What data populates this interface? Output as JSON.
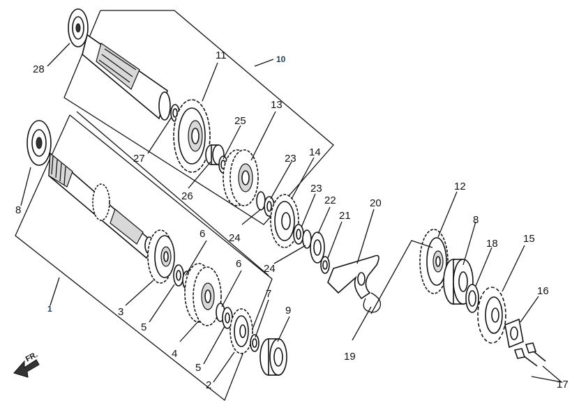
{
  "diagram": {
    "callouts": [
      {
        "id": "c1",
        "text": "1"
      },
      {
        "id": "c2",
        "text": "2"
      },
      {
        "id": "c3",
        "text": "3"
      },
      {
        "id": "c4",
        "text": "4"
      },
      {
        "id": "c5a",
        "text": "5"
      },
      {
        "id": "c5b",
        "text": "5"
      },
      {
        "id": "c6a",
        "text": "6"
      },
      {
        "id": "c6b",
        "text": "6"
      },
      {
        "id": "c7",
        "text": "7"
      },
      {
        "id": "c8a",
        "text": "8"
      },
      {
        "id": "c8b",
        "text": "8"
      },
      {
        "id": "c9",
        "text": "9"
      },
      {
        "id": "c10",
        "text": "10"
      },
      {
        "id": "c11",
        "text": "11"
      },
      {
        "id": "c12",
        "text": "12"
      },
      {
        "id": "c13",
        "text": "13"
      },
      {
        "id": "c14",
        "text": "14"
      },
      {
        "id": "c15",
        "text": "15"
      },
      {
        "id": "c16",
        "text": "16"
      },
      {
        "id": "c17",
        "text": "17"
      },
      {
        "id": "c18",
        "text": "18"
      },
      {
        "id": "c19",
        "text": "19"
      },
      {
        "id": "c20",
        "text": "20"
      },
      {
        "id": "c21",
        "text": "21"
      },
      {
        "id": "c22",
        "text": "22"
      },
      {
        "id": "c23a",
        "text": "23"
      },
      {
        "id": "c23b",
        "text": "23"
      },
      {
        "id": "c24a",
        "text": "24"
      },
      {
        "id": "c24b",
        "text": "24"
      },
      {
        "id": "c25",
        "text": "25"
      },
      {
        "id": "c26",
        "text": "26"
      },
      {
        "id": "c27",
        "text": "27"
      },
      {
        "id": "c28",
        "text": "28"
      }
    ],
    "direction_label": "FR."
  }
}
